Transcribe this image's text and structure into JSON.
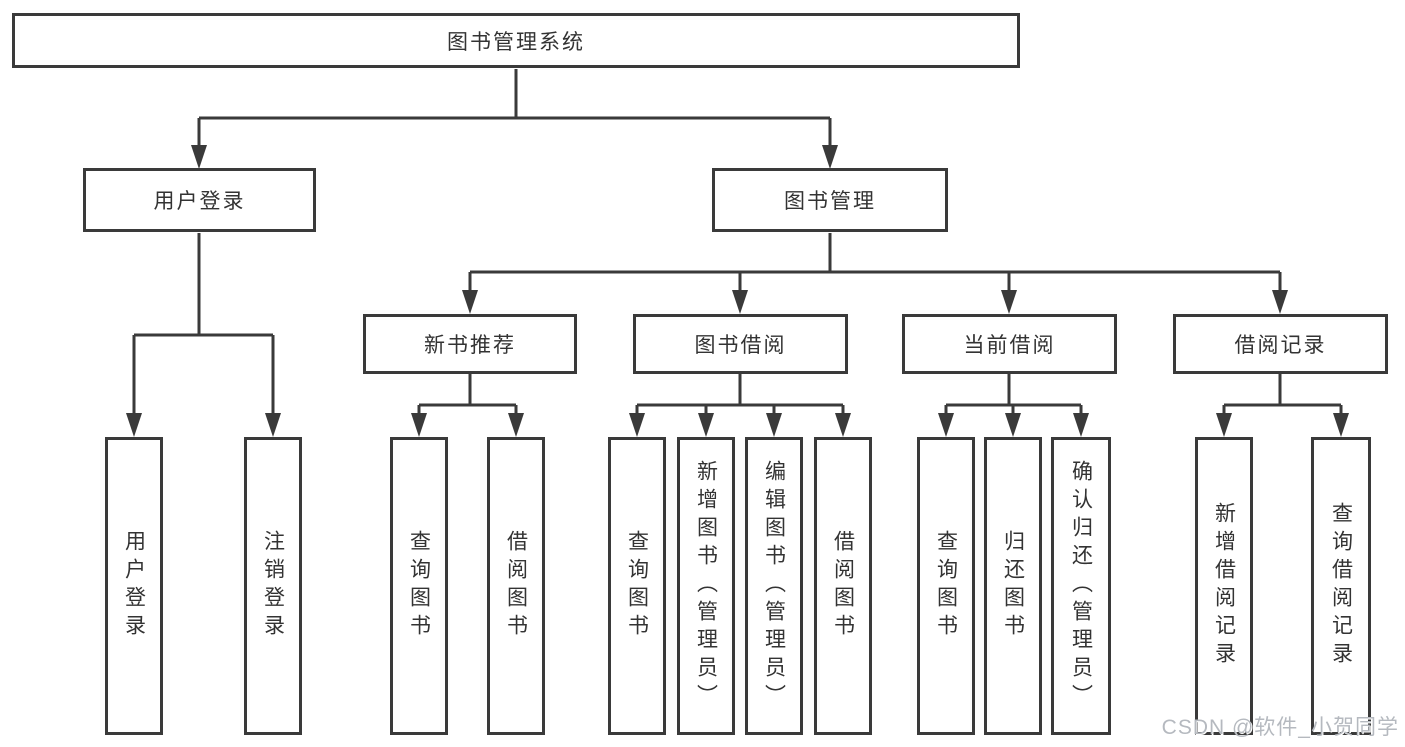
{
  "diagram": {
    "root": "图书管理系统",
    "user_login": {
      "label": "用户登录",
      "children": [
        "用户登录",
        "注销登录"
      ]
    },
    "book_mgmt": {
      "label": "图书管理",
      "modules": [
        {
          "label": "新书推荐",
          "children": [
            "查询图书",
            "借阅图书"
          ]
        },
        {
          "label": "图书借阅",
          "children": [
            "查询图书",
            "新增图书（管理员）",
            "编辑图书（管理员）",
            "借阅图书"
          ]
        },
        {
          "label": "当前借阅",
          "children": [
            "查询图书",
            "归还图书",
            "确认归还（管理员）"
          ]
        },
        {
          "label": "借阅记录",
          "children": [
            "新增借阅记录",
            "查询借阅记录"
          ]
        }
      ]
    }
  },
  "watermark": "CSDN @软件_小贺同学",
  "colors": {
    "line": "#3a3a3a",
    "text": "#333333",
    "background": "#ffffff",
    "watermark": "#b5b9bf"
  }
}
